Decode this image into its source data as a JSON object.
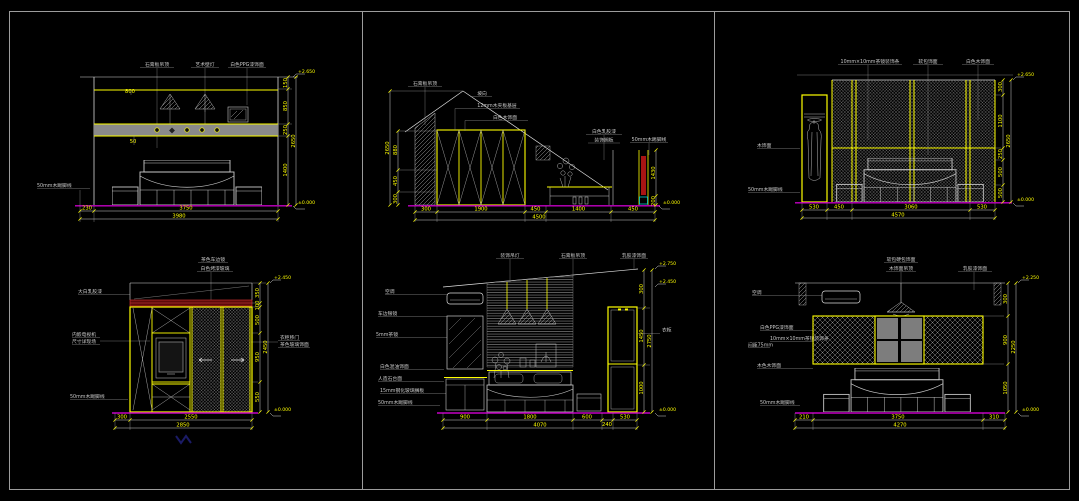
{
  "colors": {
    "background": "#000000",
    "border_gray": "#9c9c9c",
    "line_white": "#d9d9d9",
    "dim_yellow": "#ffff00",
    "floor_magenta": "#c400c4",
    "hatch_gray": "#8a8a8a",
    "accent_red": "#a81414",
    "accent_cyan": "#00cfcf",
    "mark_navy": "#1b1b66"
  },
  "p1": {
    "top_labels": [
      "石膏板吊顶",
      "艺术壁灯",
      "白色PPG漆饰面"
    ],
    "left_label": "50mm木踢脚线",
    "inner_dims": [
      "800",
      "50"
    ],
    "right_dims": [
      "150",
      "850",
      "250",
      "1400"
    ],
    "right_total": "2650",
    "level_top": "+2.650",
    "level_floor": "±0.000",
    "bottom_dims": [
      "230",
      "3750"
    ],
    "bottom_total": "3980"
  },
  "p2": {
    "labels": {
      "ceiling": "石膏板吊顶",
      "slope": "坡向",
      "plywood": "12mm木夹板基层",
      "veneer": "白色木饰面",
      "latex": "白色乳胶漆",
      "shelf": "装饰搁板",
      "skirting": "50mm木踢脚线"
    },
    "left_dims": [
      "880",
      "450",
      "300"
    ],
    "left_total": "2650",
    "right_dims": [
      "1430",
      "200"
    ],
    "level_floor": "±0.000",
    "bottom_dims": [
      "300",
      "1900",
      "450",
      "1400",
      "450"
    ],
    "bottom_total": "4500"
  },
  "p3": {
    "top_labels": [
      "10mm×10mm茶镜装饰条",
      "软包饰面",
      "白色木饰面"
    ],
    "left_labels": [
      "木饰面",
      "50mm木踢脚线"
    ],
    "right_dims": [
      "300",
      "1100",
      "250",
      "500",
      "500"
    ],
    "right_total": "2650",
    "level_top": "+2.650",
    "level_floor": "±0.000",
    "bottom_dims": [
      "530",
      "450",
      "3060",
      "530"
    ],
    "bottom_total": "4570"
  },
  "p4": {
    "top_labels": [
      "茶色车边镜",
      "白色烤漆玻璃"
    ],
    "left_labels": [
      "大白乳胶漆",
      "内嵌电视机",
      "尺寸详现场",
      "50mm木踢脚线"
    ],
    "right_labels": [
      "衣柜移门",
      "茶色玻璃饰面"
    ],
    "right_dims": [
      "350",
      "100",
      "500",
      "950",
      "550"
    ],
    "right_total": "2450",
    "level_top": "+2.450",
    "level_floor": "±0.000",
    "bottom_dims": [
      "300",
      "2550"
    ],
    "bottom_total": "2850"
  },
  "p5": {
    "top_labels": [
      "装饰吊灯",
      "石膏板吊顶",
      "乳胶漆饰面"
    ],
    "left_labels": [
      "空调",
      "车边银镜",
      "5mm茶镜",
      "白色混油饰面",
      "人造石台面",
      "15mm钢化玻璃搁板",
      "50mm木踢脚线"
    ],
    "right_label": "衣柜",
    "right_dims": [
      "300",
      "1450",
      "1000"
    ],
    "right_total": "2750",
    "levels": [
      "+2.750",
      "+2.450",
      "±0.000"
    ],
    "bottom_dims": [
      "900",
      "1800",
      "600",
      "240",
      "530"
    ],
    "bottom_total": "4070"
  },
  "p6": {
    "top_labels": [
      "软包硬包饰面",
      "木饰面吊顶",
      "乳胶漆饰面"
    ],
    "left_labels": [
      "空调",
      "白色PPG漆饰面",
      "10mm×10mm茶镜装饰条",
      "间距75mm",
      "木色木饰面",
      "50mm木踢脚线"
    ],
    "right_dims": [
      "300",
      "900",
      "1050"
    ],
    "right_total": "2250",
    "level_top": "+2.250",
    "level_floor": "±0.000",
    "bottom_dims": [
      "210",
      "3750",
      "310"
    ],
    "bottom_total": "4270"
  }
}
